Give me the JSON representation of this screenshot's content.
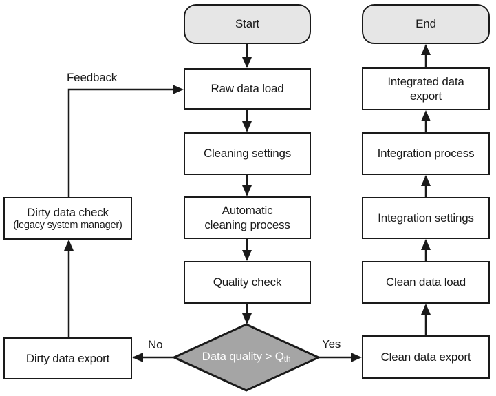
{
  "diagram_type": "flowchart",
  "nodes": {
    "start": {
      "label": "Start",
      "shape": "terminal"
    },
    "raw_data_load": {
      "label": "Raw data load",
      "shape": "process"
    },
    "cleaning_settings": {
      "label": "Cleaning settings",
      "shape": "process"
    },
    "automatic_cleaning_process": {
      "line1": "Automatic",
      "line2": "cleaning process",
      "shape": "process"
    },
    "quality_check": {
      "label": "Quality check",
      "shape": "process"
    },
    "decision": {
      "label": "Data quality > Q",
      "subscript": "th",
      "shape": "decision"
    },
    "dirty_data_check": {
      "title": "Dirty data check",
      "subtitle": "(legacy system manager)",
      "shape": "process"
    },
    "dirty_data_export": {
      "label": "Dirty data export",
      "shape": "process"
    },
    "clean_data_export": {
      "label": "Clean data export",
      "shape": "process"
    },
    "clean_data_load": {
      "label": "Clean data load",
      "shape": "process"
    },
    "integration_settings": {
      "label": "Integration settings",
      "shape": "process"
    },
    "integration_process": {
      "label": "Integration process",
      "shape": "process"
    },
    "integrated_data_export": {
      "line1": "Integrated data",
      "line2": "export",
      "shape": "process"
    },
    "end": {
      "label": "End",
      "shape": "terminal"
    }
  },
  "edge_labels": {
    "feedback": "Feedback",
    "no": "No",
    "yes": "Yes"
  },
  "edges": [
    {
      "from": "Start",
      "to": "Raw data load"
    },
    {
      "from": "Raw data load",
      "to": "Cleaning settings"
    },
    {
      "from": "Cleaning settings",
      "to": "Automatic cleaning process"
    },
    {
      "from": "Automatic cleaning process",
      "to": "Quality check"
    },
    {
      "from": "Quality check",
      "to": "Data quality > Qth"
    },
    {
      "from": "Data quality > Qth",
      "to": "Dirty data export",
      "label": "No"
    },
    {
      "from": "Data quality > Qth",
      "to": "Clean data export",
      "label": "Yes"
    },
    {
      "from": "Dirty data export",
      "to": "Dirty data check (legacy system manager)"
    },
    {
      "from": "Dirty data check (legacy system manager)",
      "to": "Raw data load",
      "label": "Feedback"
    },
    {
      "from": "Clean data export",
      "to": "Clean data load"
    },
    {
      "from": "Clean data load",
      "to": "Integration settings"
    },
    {
      "from": "Integration settings",
      "to": "Integration process"
    },
    {
      "from": "Integration process",
      "to": "Integrated data export"
    },
    {
      "from": "Integrated data export",
      "to": "End"
    }
  ],
  "colors": {
    "border": "#1a1a1a",
    "text": "#1a1a1a",
    "process_fill": "#ffffff",
    "terminal_fill": "#e6e6e6",
    "decision_fill": "#a5a5a5",
    "decision_text": "#ffffff"
  }
}
